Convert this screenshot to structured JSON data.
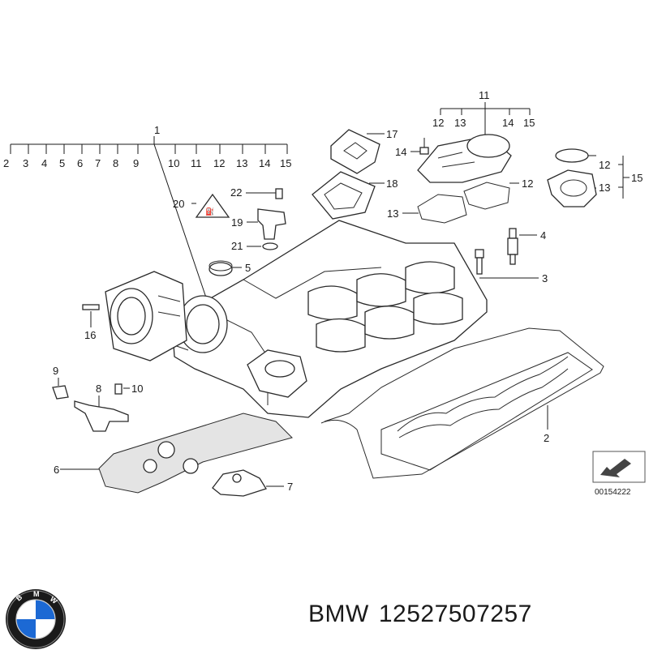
{
  "diagram": {
    "top_callouts_left": [
      "1",
      "2",
      "3",
      "4",
      "5",
      "6",
      "7",
      "8",
      "9",
      "10",
      "11",
      "12",
      "13",
      "14",
      "15"
    ],
    "top_callouts_right": [
      "11",
      "12",
      "13",
      "14",
      "15"
    ],
    "callouts": {
      "c2": "2",
      "c3": "3",
      "c4": "4",
      "c5": "5",
      "c6": "6",
      "c7": "7",
      "c8": "8",
      "c9": "9",
      "c10": "10",
      "c12a": "12",
      "c12b": "12",
      "c13a": "13",
      "c13b": "13",
      "c14": "14",
      "c15": "15",
      "c16": "16",
      "c17": "17",
      "c18": "18",
      "c19": "19",
      "c20": "20",
      "c21": "21",
      "c22": "22"
    },
    "image_code": "00154222"
  },
  "caption": {
    "brand": "BMW",
    "part_number": "12527507257"
  },
  "colors": {
    "line": "#1a1a1a",
    "logo_blue": "#1c69d4"
  }
}
